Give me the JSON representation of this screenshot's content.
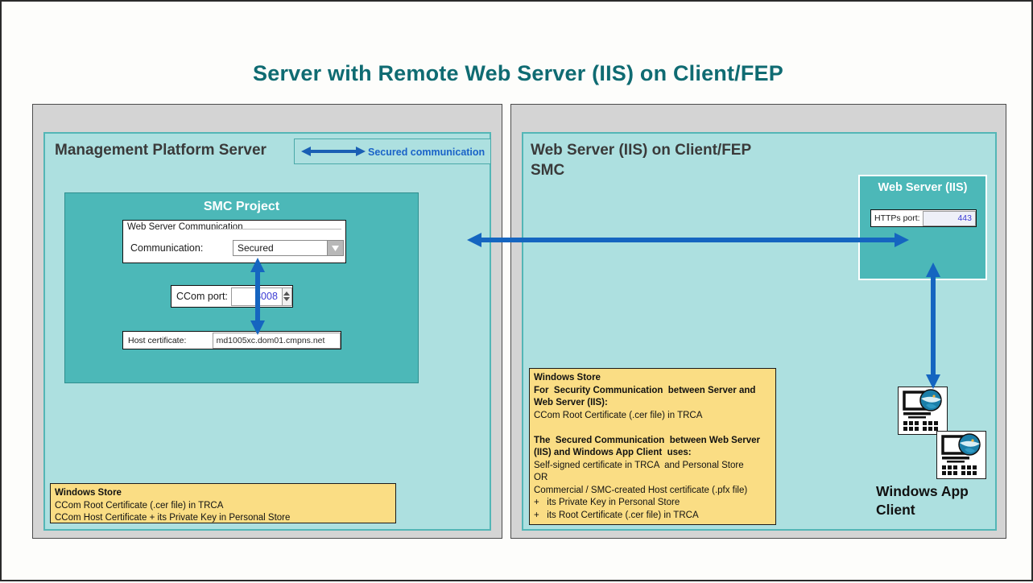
{
  "title": "Server with Remote Web Server (IIS) on Client/FEP",
  "colors": {
    "title_teal": "#0f6b72",
    "panel_fill": "#ade0e0",
    "panel_border": "#53b6b6",
    "inner_box_fill": "#4cb8b8",
    "note_yellow": "#fadd84",
    "arrow_blue": "#1565c0",
    "value_blue": "#3b3bd4",
    "outer_frame": "#d4d4d4"
  },
  "left_panel": {
    "heading": "Management Platform Server",
    "legend": {
      "icon": "double-arrow-icon",
      "label": "Secured communication"
    },
    "smc_project": {
      "title": "SMC Project",
      "web_server_communication": {
        "group_label": "Web Server Communication",
        "communication_label": "Communication:",
        "communication_value": "Secured",
        "chevron": "chevron-down-icon"
      },
      "ccom_port": {
        "label": "CCom port:",
        "value": "8008",
        "spinner": "spinner-updown-icon"
      },
      "host_certificate": {
        "label": "Host certificate:",
        "value": "md1005xc.dom01.cmpns.net"
      }
    },
    "note": {
      "title": "Windows Store",
      "lines": [
        "CCom Root Certificate (.cer file) in TRCA",
        "CCom Host Certificate + its Private Key in Personal Store"
      ]
    }
  },
  "right_panel": {
    "heading": "Web Server (IIS) on Client/FEP\nSMC",
    "web_server_iis": {
      "title": "Web Server (IIS)",
      "https_port_label": "HTTPs port:",
      "https_port_value": "443"
    },
    "note": {
      "title": "Windows Store",
      "lines": [
        "For  Security Communication  between Server and",
        "Web Server (IIS):",
        "CCom Root Certificate (.cer file) in TRCA",
        "",
        "The  Secured Communication  between Web Server",
        "(IIS) and Windows App Client  uses:",
        "Self-signed certificate in TRCA  and Personal Store",
        "OR",
        "Commercial / SMC-created Host certificate (.pfx file)",
        "+   its Private Key in Personal Store",
        "+   its Root Certificate (.cer file) in TRCA"
      ],
      "bold_line_indices": [
        0,
        1,
        4,
        5
      ]
    },
    "windows_app_client": {
      "label": "Windows App\nClient",
      "icon": "computer-globe-icon"
    }
  },
  "connections": [
    {
      "name": "server-to-webserver",
      "type": "double-arrow-horizontal"
    },
    {
      "name": "communication-to-hostcert",
      "type": "double-arrow-vertical"
    },
    {
      "name": "webserver-to-client",
      "type": "double-arrow-vertical"
    }
  ]
}
